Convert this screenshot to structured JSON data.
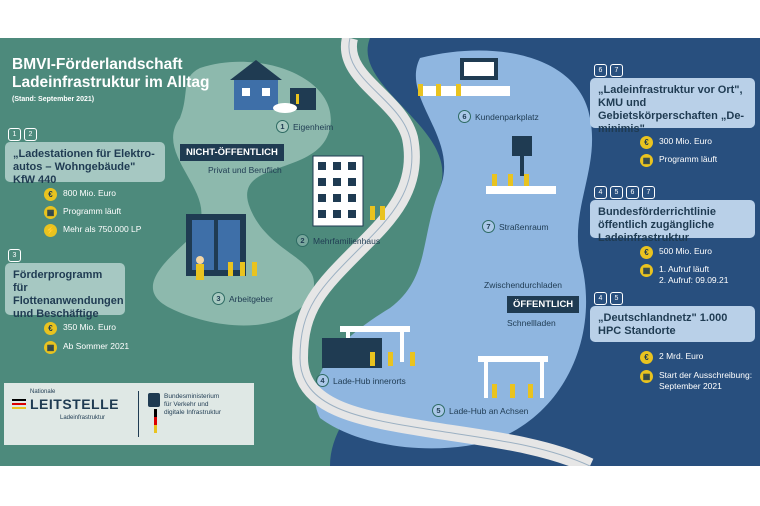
{
  "header": {
    "title_line1": "BMVI-Förderlandschaft",
    "title_line2": "Ladeinfrastruktur im Alltag",
    "stand": "(Stand: September 2021)"
  },
  "badges": {
    "non_public": "NICHT-ÖFFENTLICH",
    "non_public_sub": "Privat und Beruflich",
    "public": "ÖFFENTLICH",
    "public_top": "Zwischendurchladen",
    "public_bottom": "Schnellladen"
  },
  "left_programs": [
    {
      "nums": [
        "1",
        "2"
      ],
      "title": "„Ladestationen für Elektro-autos – Wohngebäude\" KfW 440",
      "items": [
        {
          "icon": "euro-icon",
          "text": "800 Mio. Euro"
        },
        {
          "icon": "calendar-icon",
          "text": "Programm läuft"
        },
        {
          "icon": "lightning-icon",
          "text": "Mehr als 750.000 LP"
        }
      ]
    },
    {
      "nums": [
        "3"
      ],
      "title": "Förderprogramm für Flottenanwendungen und Beschäftige",
      "items": [
        {
          "icon": "euro-icon",
          "text": "350 Mio. Euro"
        },
        {
          "icon": "calendar-icon",
          "text": "Ab Sommer 2021"
        }
      ]
    }
  ],
  "right_programs": [
    {
      "nums": [
        "6",
        "7"
      ],
      "title": "„Ladeinfrastruktur vor Ort\", KMU und Gebietskörperschaften „De-minimis\"",
      "items": [
        {
          "icon": "euro-icon",
          "text": "300 Mio. Euro"
        },
        {
          "icon": "calendar-icon",
          "text": "Programm läuft"
        }
      ]
    },
    {
      "nums": [
        "4",
        "5",
        "6",
        "7"
      ],
      "title": "Bundesförderrichtlinie öffentlich zugängliche Ladeinfrastruktur",
      "items": [
        {
          "icon": "euro-icon",
          "text": "500 Mio. Euro"
        },
        {
          "icon": "calendar-icon",
          "text": "1. Aufruf läuft",
          "text2": "2. Aufruf: 09.09.21"
        }
      ]
    },
    {
      "nums": [
        "4",
        "5"
      ],
      "title": "„Deutschlandnetz\" 1.000 HPC Standorte",
      "items": [
        {
          "icon": "euro-icon",
          "text": "2 Mrd. Euro"
        },
        {
          "icon": "calendar-icon",
          "text": "Start der Ausschreibung:",
          "text2": "September 2021"
        }
      ]
    }
  ],
  "locations": [
    {
      "num": "1",
      "label": "Eigenheim"
    },
    {
      "num": "2",
      "label": "Mehrfamilienhaus"
    },
    {
      "num": "3",
      "label": "Arbeitgeber"
    },
    {
      "num": "4",
      "label": "Lade-Hub innerorts"
    },
    {
      "num": "5",
      "label": "Lade-Hub an Achsen"
    },
    {
      "num": "6",
      "label": "Kundenparkplatz"
    },
    {
      "num": "7",
      "label": "Straßenraum"
    }
  ],
  "logos": {
    "leitstelle_top": "Nationale",
    "leitstelle_main": "LEITSTELLE",
    "leitstelle_sub": "Ladeinfrastruktur",
    "ministry_line1": "Bundesministerium",
    "ministry_line2": "für Verkehr und",
    "ministry_line3": "digitale Infrastruktur"
  },
  "colors": {
    "green_bg": "#4d8a7c",
    "light_green_zone": "#8db9ad",
    "dark_blue_bg": "#284f7e",
    "light_blue_zone": "#8fb6e0",
    "road": "#e6e6e6",
    "accent_yellow": "#e9c31f",
    "navy": "#1f3b52"
  }
}
